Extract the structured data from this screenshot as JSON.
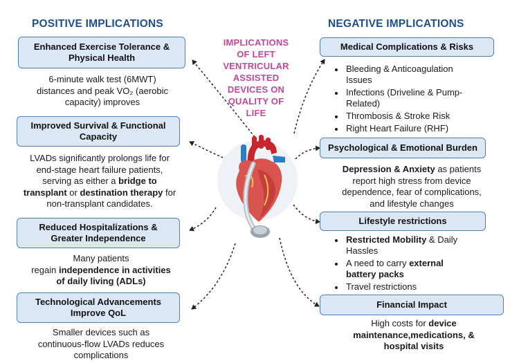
{
  "headings": {
    "positive": "POSITIVE IMPLICATIONS",
    "negative": "NEGATIVE IMPLICATIONS"
  },
  "center": {
    "lines": [
      "IMPLICATIONS",
      "OF LEFT",
      "VENTRICULAR",
      "ASSISTED",
      "DEVICES ON",
      "QUALITY OF",
      "LIFE"
    ],
    "icon": "heart-with-lvad-icon"
  },
  "positive": [
    {
      "title_lines": [
        "Enhanced Exercise Tolerance &",
        "Physical Health"
      ],
      "desc_lines": [
        "6-minute walk test (6MWT)",
        "distances and peak VO₂ (aerobic",
        "capacity) improves"
      ]
    },
    {
      "title_lines": [
        "Improved Survival & Functional",
        "Capacity"
      ],
      "desc": {
        "l1": "LVADs significantly prolongs life for",
        "l2": "end-stage heart failure patients,",
        "l3a": "serving as either a ",
        "l3b": "bridge to",
        "l4a": "transplant",
        "l4b": " or ",
        "l4c": "destination therapy",
        "l4d": " for",
        "l5": "non-transplant candidates."
      }
    },
    {
      "title_lines": [
        "Reduced Hospitalizations &",
        "Greater Independence"
      ],
      "desc": {
        "l1": "Many patients",
        "l2a": "regain ",
        "l2b": "independence in activities",
        "l3": "of daily living (ADLs)"
      }
    },
    {
      "title_lines": [
        "Technological Advancements",
        "Improve QoL"
      ],
      "desc_lines": [
        "Smaller devices such as",
        "continuous-flow LVADs reduces",
        "complications"
      ]
    }
  ],
  "negative": [
    {
      "title": "Medical Complications & Risks",
      "bullets": [
        [
          "Bleeding & Anticoagulation",
          "Issues"
        ],
        [
          "Infections (Driveline & Pump-",
          "Related)"
        ],
        [
          "Thrombosis & Stroke Risk"
        ],
        [
          "Right Heart Failure (RHF)"
        ]
      ]
    },
    {
      "title": "Psychological & Emotional Burden",
      "desc": {
        "l1a": "Depression & Anxiety",
        "l1b": " as patients",
        "l2": "report high stress from device",
        "l3": "dependence, fear of complications,",
        "l4": "and lifestyle changes"
      }
    },
    {
      "title": "Lifestyle restrictions",
      "bullets_rich": {
        "b1a": "Restricted Mobility",
        "b1b": " & Daily",
        "b1c": "Hassles",
        "b2a": "A need to carry ",
        "b2b": "external",
        "b2c": "battery packs",
        "b3": "Travel restrictions"
      }
    },
    {
      "title": "Financial Impact",
      "desc": {
        "l1a": "High costs for ",
        "l1b": "device",
        "l2": "maintenance,medications, &",
        "l3": "hospital visits"
      }
    }
  ],
  "colors": {
    "heading": "#1f4e8c",
    "box_fill": "#dbe7f5",
    "box_border": "#4f7fb8",
    "center_title": "#c0479a"
  }
}
